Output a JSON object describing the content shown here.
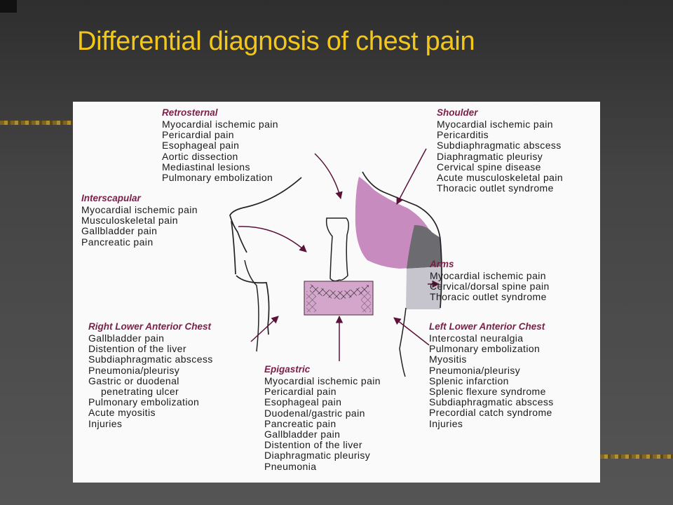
{
  "title": "Differential diagnosis of chest pain",
  "colors": {
    "title": "#f2c71a",
    "heading": "#7a1f47",
    "shoulder_fill": "#c88bc0",
    "shoulder_dark": "#6b6b70",
    "arm_fill": "#c6c4cc",
    "epigastric_fill": "#d4a6cc",
    "arrow": "#6a1740"
  },
  "diagram": {
    "retrosternal": {
      "heading": "Retrosternal",
      "items": [
        "Myocardial ischemic pain",
        "Pericardial pain",
        "Esophageal pain",
        "Aortic dissection",
        "Mediastinal lesions",
        "Pulmonary embolization"
      ]
    },
    "shoulder": {
      "heading": "Shoulder",
      "items": [
        "Myocardial ischemic pain",
        "Pericarditis",
        "Subdiaphragmatic abscess",
        "Diaphragmatic pleurisy",
        "Cervical spine disease",
        "Acute musculoskeletal pain",
        "Thoracic outlet syndrome"
      ]
    },
    "interscapular": {
      "heading": "Interscapular",
      "items": [
        "Myocardial ischemic pain",
        "Musculoskeletal pain",
        "Gallbladder pain",
        "Pancreatic pain"
      ]
    },
    "arms": {
      "heading": "Arms",
      "items": [
        "Myocardial ischemic pain",
        "Cervical/dorsal spine pain",
        "Thoracic outlet syndrome"
      ]
    },
    "right_lower": {
      "heading": "Right Lower Anterior Chest",
      "items": [
        "Gallbladder pain",
        "Distention of the liver",
        "Subdiaphragmatic abscess",
        "Pneumonia/pleurisy",
        "Gastric or duodenal",
        "penetrating ulcer",
        "Pulmonary embolization",
        "Acute myositis",
        "Injuries"
      ]
    },
    "left_lower": {
      "heading": "Left Lower Anterior Chest",
      "items": [
        "Intercostal neuralgia",
        "Pulmonary embolization",
        "Myositis",
        "Pneumonia/pleurisy",
        "Splenic infarction",
        "Splenic flexure syndrome",
        "Subdiaphragmatic abscess",
        "Precordial catch syndrome",
        "Injuries"
      ]
    },
    "epigastric": {
      "heading": "Epigastric",
      "items": [
        "Myocardial ischemic pain",
        "Pericardial pain",
        "Esophageal pain",
        "Duodenal/gastric pain",
        "Pancreatic pain",
        "Gallbladder pain",
        "Distention of the liver",
        "Diaphragmatic pleurisy",
        "Pneumonia"
      ]
    }
  }
}
